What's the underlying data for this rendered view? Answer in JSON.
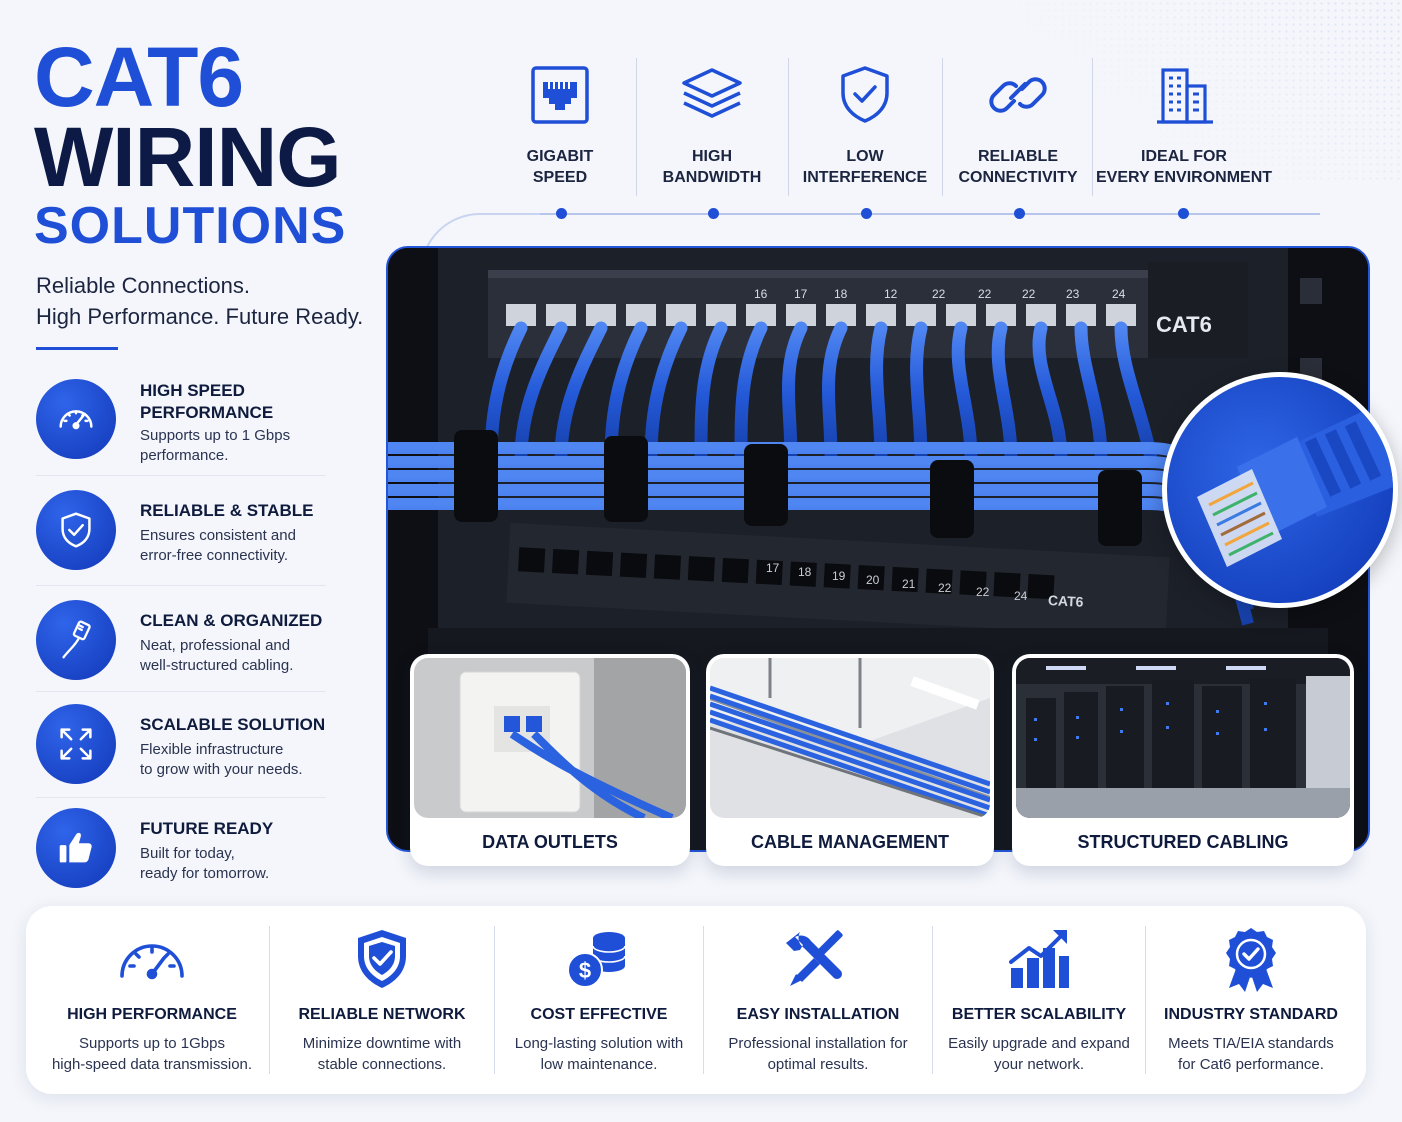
{
  "title": {
    "line1": "CAT6",
    "line2": "WIRING",
    "line3": "SOLUTIONS"
  },
  "tagline": {
    "line1": "Reliable Connections.",
    "line2": "High Performance. Future Ready."
  },
  "colors": {
    "accent": "#1f4fd6",
    "navy": "#0c1a45",
    "cable_blue": "#2a62e0"
  },
  "top_features": [
    {
      "icon": "ethernet-port-icon",
      "line1": "GIGABIT",
      "line2": "SPEED"
    },
    {
      "icon": "layers-icon",
      "line1": "HIGH",
      "line2": "BANDWIDTH"
    },
    {
      "icon": "shield-check-icon",
      "line1": "LOW",
      "line2": "INTERFERENCE"
    },
    {
      "icon": "link-icon",
      "line1": "RELIABLE",
      "line2": "CONNECTIVITY"
    },
    {
      "icon": "building-icon",
      "line1": "IDEAL FOR",
      "line2": "EVERY ENVIRONMENT"
    }
  ],
  "left_features": [
    {
      "icon": "speedometer-icon",
      "title_line1": "HIGH SPEED",
      "title_line2": "PERFORMANCE",
      "desc_line1": "Supports up to 1 Gbps",
      "desc_line2": "performance."
    },
    {
      "icon": "shield-check-icon",
      "title_line1": "RELIABLE & STABLE",
      "title_line2": "",
      "desc_line1": "Ensures consistent and",
      "desc_line2": "error-free connectivity."
    },
    {
      "icon": "ethernet-plug-icon",
      "title_line1": "CLEAN & ORGANIZED",
      "title_line2": "",
      "desc_line1": "Neat, professional and",
      "desc_line2": "well-structured cabling."
    },
    {
      "icon": "expand-arrows-icon",
      "title_line1": "SCALABLE SOLUTION",
      "title_line2": "",
      "desc_line1": "Flexible infrastructure",
      "desc_line2": "to grow with your needs."
    },
    {
      "icon": "thumbs-up-icon",
      "title_line1": "FUTURE READY",
      "title_line2": "",
      "desc_line1": "Built for today,",
      "desc_line2": "ready for tomorrow."
    }
  ],
  "photo": {
    "panel_label": "CAT6",
    "switch_label": "CAT6",
    "panel_numbers": [
      "16",
      "17",
      "18",
      "12",
      "22",
      "22",
      "22",
      "23",
      "24"
    ],
    "switch_numbers": [
      "17",
      "18",
      "19",
      "20",
      "21",
      "22",
      "22",
      "24"
    ]
  },
  "cards": [
    {
      "label": "DATA OUTLETS"
    },
    {
      "label": "CABLE MANAGEMENT"
    },
    {
      "label": "STRUCTURED CABLING"
    }
  ],
  "benefits": [
    {
      "icon": "speedometer-icon",
      "title": "HIGH PERFORMANCE",
      "desc_line1": "Supports up to 1Gbps",
      "desc_line2": "high-speed data transmission."
    },
    {
      "icon": "shield-check-icon",
      "title": "RELIABLE NETWORK",
      "desc_line1": "Minimize downtime with",
      "desc_line2": "stable connections."
    },
    {
      "icon": "coins-dollar-icon",
      "title": "COST EFFECTIVE",
      "desc_line1": "Long-lasting solution with",
      "desc_line2": "low maintenance."
    },
    {
      "icon": "tools-icon",
      "title": "EASY INSTALLATION",
      "desc_line1": "Professional installation for",
      "desc_line2": "optimal results."
    },
    {
      "icon": "growth-chart-icon",
      "title": "BETTER SCALABILITY",
      "desc_line1": "Easily upgrade and expand",
      "desc_line2": "your network."
    },
    {
      "icon": "badge-check-icon",
      "title": "INDUSTRY STANDARD",
      "desc_line1": "Meets TIA/EIA standards",
      "desc_line2": "for Cat6 performance."
    }
  ]
}
